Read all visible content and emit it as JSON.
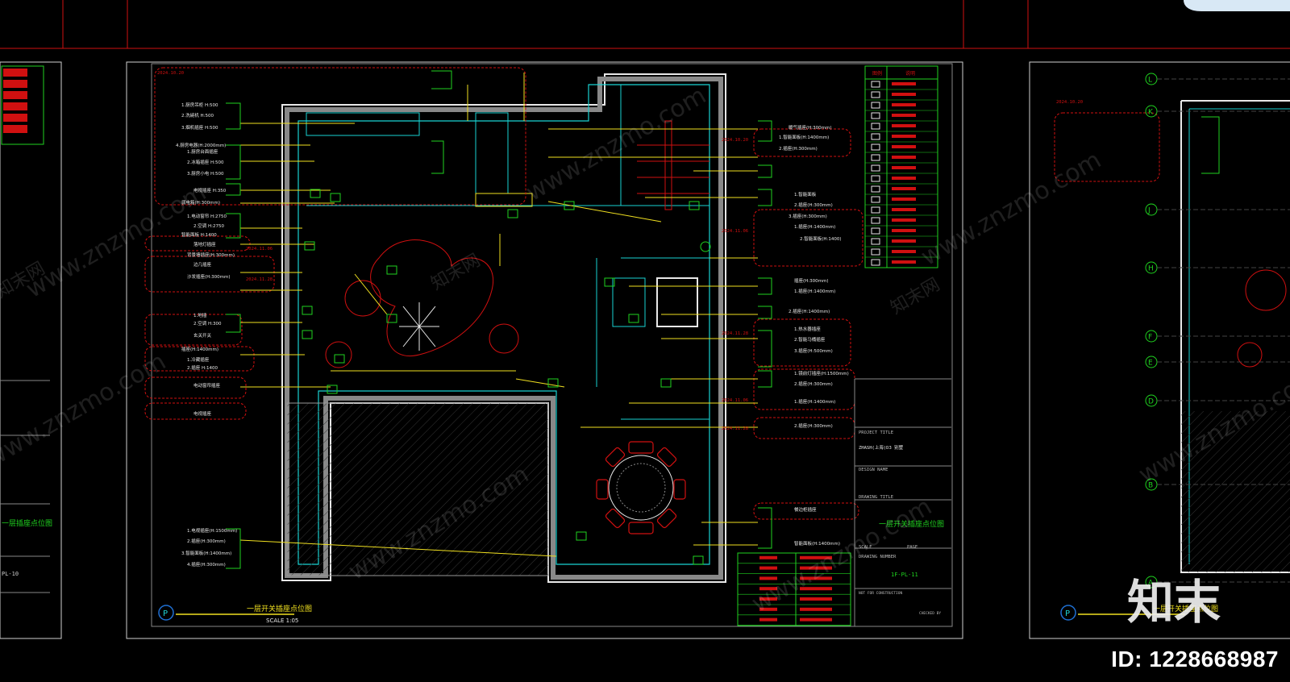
{
  "watermark": {
    "site": "www.znzmo.com",
    "brand": "知末网"
  },
  "logo": "知末",
  "image_id": "ID: 1228668987",
  "drawing": {
    "title": "一层开关插座点位图",
    "scale": "SCALE 1:05",
    "grid_marker": "P",
    "right_title": "一层开关插座点位图",
    "drawing_number": "1F-PL-11",
    "left_page_code": "PL-10",
    "project_title_label": "PROJECT TITLE",
    "drawing_title_label": "DRAWING TITLE",
    "drawing_number_label": "DRAWING NUMBER",
    "design_name_label": "DESIGN NAME",
    "scale_label": "SCALE",
    "page_label": "PAGE",
    "checked_label": "CHECKED BY",
    "not_for_construction": "NOT FOR CONSTRUCTION",
    "project_name": "ZHASH(上海)D3 别墅",
    "left_partial_title": "一层插座点位图",
    "right_sheet_title": "一层开关插座点位图"
  },
  "grid_axes": [
    "L",
    "K",
    "J",
    "H",
    "F",
    "E",
    "D",
    "B",
    "A"
  ],
  "legend_table": {
    "header": [
      "图例",
      "说明"
    ],
    "rows": 18
  },
  "left_annotations": [
    "1.厨房吊柜 H:500",
    "2.洗碗机 H:500",
    "3.烟机插座 H:500",
    "4.厨房电器(H:2000mm)",
    "1.厨房台面插座",
    "2.冰箱插座 H:500",
    "3.厨房小电 H:500",
    "电视插座 H:350",
    "弱电箱(H:300mm)",
    "1.电动窗帘 H:2750",
    "2.空调 H:2750",
    "智能面板 H:1400",
    "落地灯插座",
    "背景墙插座(H:300mm)",
    "边几插座",
    "沙发插座(H:300mm)",
    "1.地插",
    "2.空调 H:300",
    "玄关开关",
    "插座(H:1400mm)",
    "1.冷藏插座",
    "2.插座 H:1400",
    "电动窗帘插座",
    "电视插座",
    "1.电视插座(H:1500mm)",
    "2.插座(H:300mm)",
    "3.智能面板(H:1400mm)",
    "4.插座(H:300mm)"
  ],
  "right_annotations": [
    "暖气插座(H:300mm)",
    "1.智能面板(H:1400mm)",
    "2.插座(H:300mm)",
    "1.智能面板",
    "2.插座(H:300mm)",
    "3.插座(H:300mm)",
    "1.插座(H:1400mm)",
    "2.智能面板(H:1400)",
    "插座(H:300mm)",
    "1.插座(H:1400mm)",
    "2.插座(H:1400mm)",
    "1.热水器插座",
    "2.智能马桶插座",
    "3.插座(H:500mm)",
    "1.镜前灯插座(H:1500mm)",
    "2.插座(H:300mm)",
    "1.插座(H:1400mm)",
    "2.插座(H:300mm)",
    "餐边柜插座",
    "智能面板(H:1400mm)"
  ],
  "dates": [
    "2024.10.20",
    "2024.11.06",
    "2024.11.28"
  ]
}
